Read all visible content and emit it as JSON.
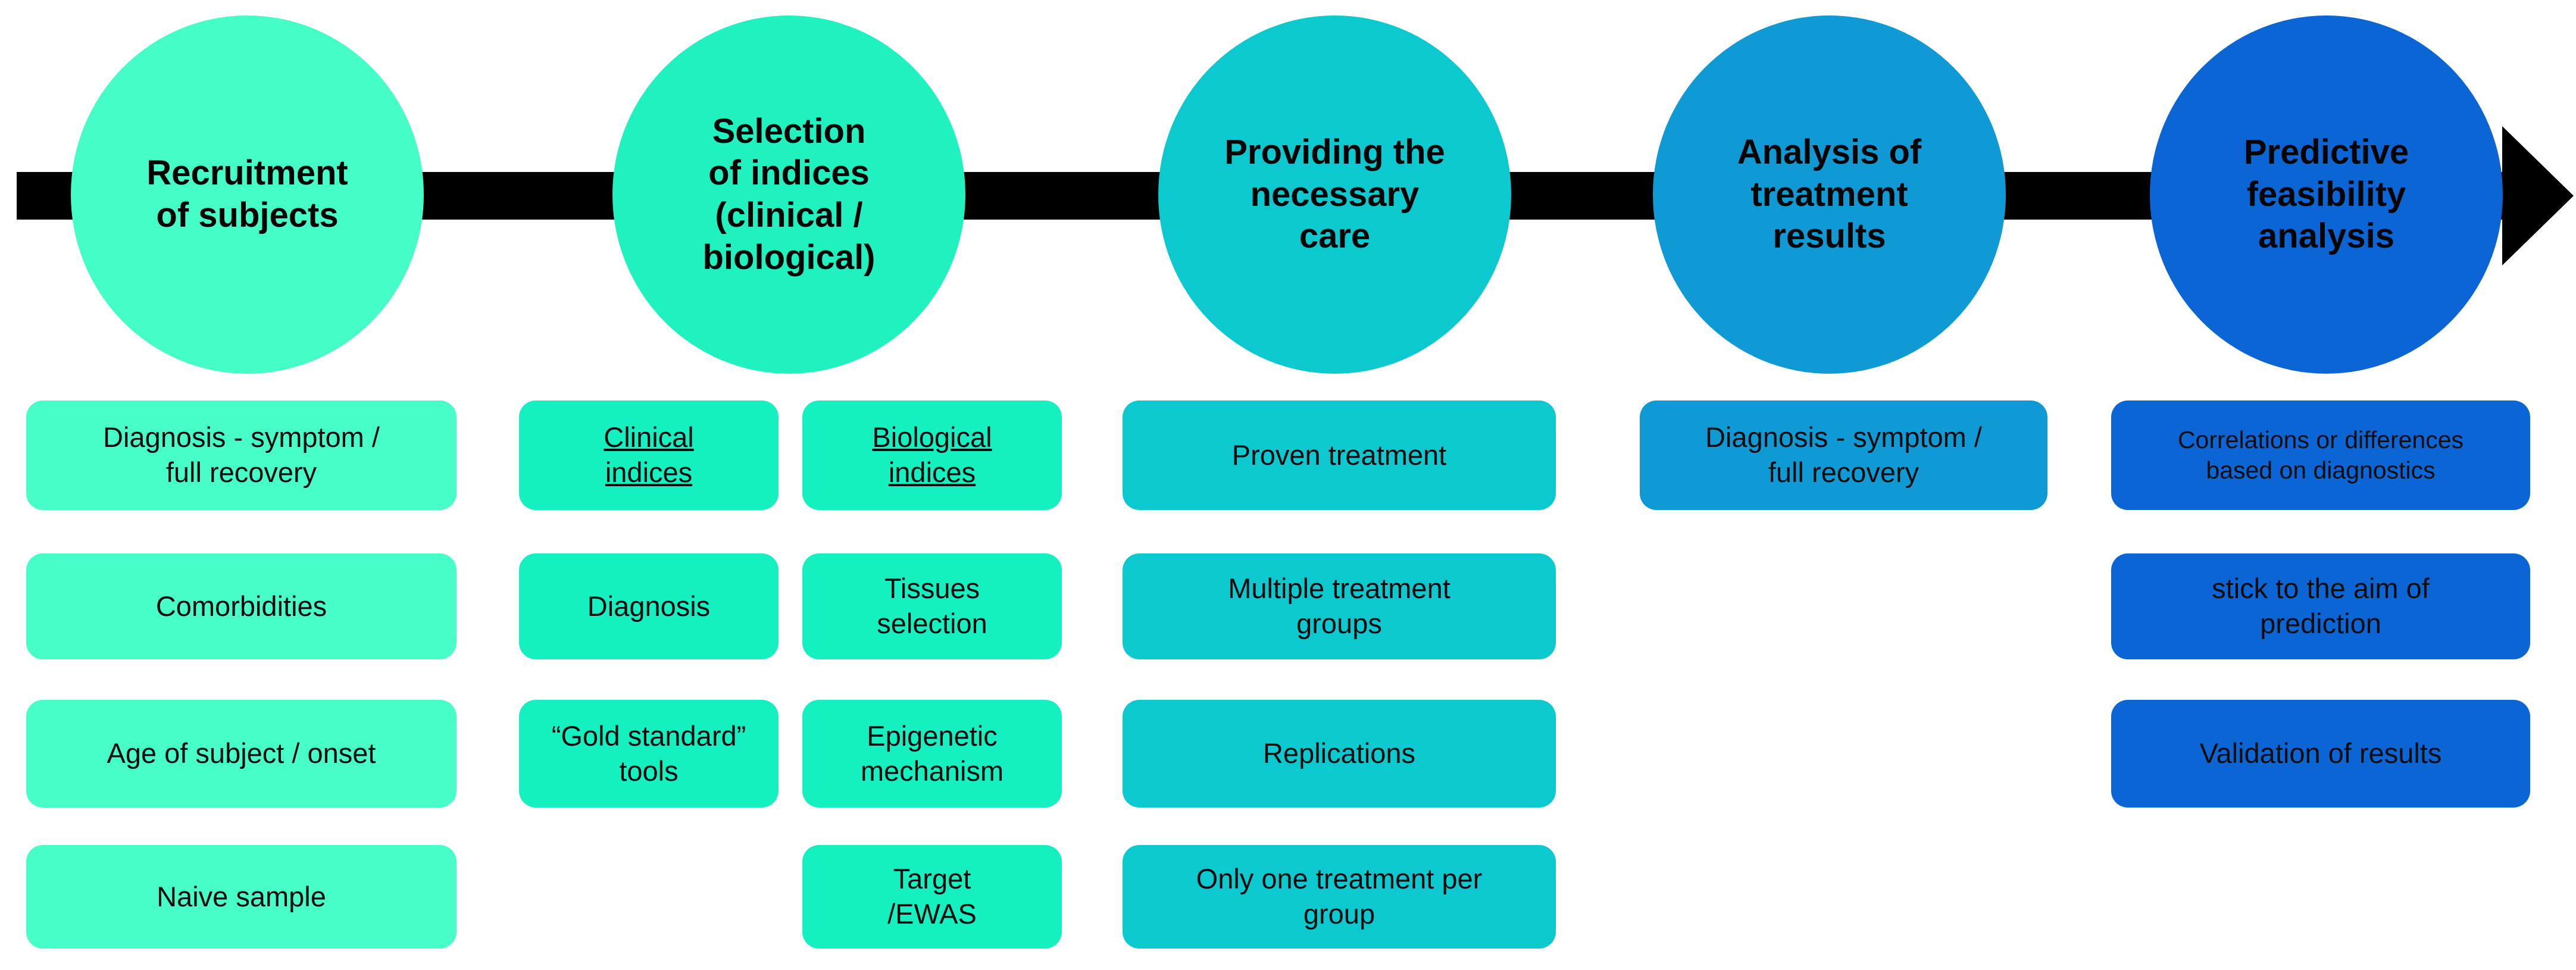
{
  "figure": {
    "background": "#ffffff",
    "arrow_color": "#000000"
  },
  "stages": [
    {
      "title": "Recruitment\nof subjects",
      "circle_color": "#45fdc7",
      "box_color": "#47fec8",
      "boxes": [
        "Diagnosis - symptom /\nfull recovery",
        "Comorbidities",
        "Age of subject / onset",
        "Naive sample"
      ]
    },
    {
      "title": "Selection\nof indices\n(clinical /\nbiological)",
      "circle_color": "#1ff2bf",
      "box_color": "#14f0c0",
      "left_boxes": [
        "Clinical\nindices",
        "Diagnosis",
        "“Gold standard”\ntools"
      ],
      "right_boxes": [
        "Biological\nindices",
        "Tissues\nselection",
        "Epigenetic\nmechanism",
        "Target\n/EWAS"
      ]
    },
    {
      "title": "Providing the\nnecessary\ncare",
      "circle_color": "#0bc9ce",
      "box_color": "#0bc9ce",
      "boxes": [
        "Proven treatment",
        "Multiple treatment\ngroups",
        "Replications",
        "Only one treatment per\ngroup"
      ]
    },
    {
      "title": "Analysis of\ntreatment\nresults",
      "circle_color": "#0f9ad6",
      "box_color": "#0f9ad6",
      "boxes": [
        "Diagnosis - symptom /\nfull recovery"
      ]
    },
    {
      "title": "Predictive\nfeasibility\nanalysis",
      "circle_color": "#0b65d5",
      "box_color": "#0b65d5",
      "boxes": [
        "Correlations or differences\nbased on diagnostics",
        "stick to the aim of\nprediction",
        "Validation of results"
      ]
    }
  ]
}
